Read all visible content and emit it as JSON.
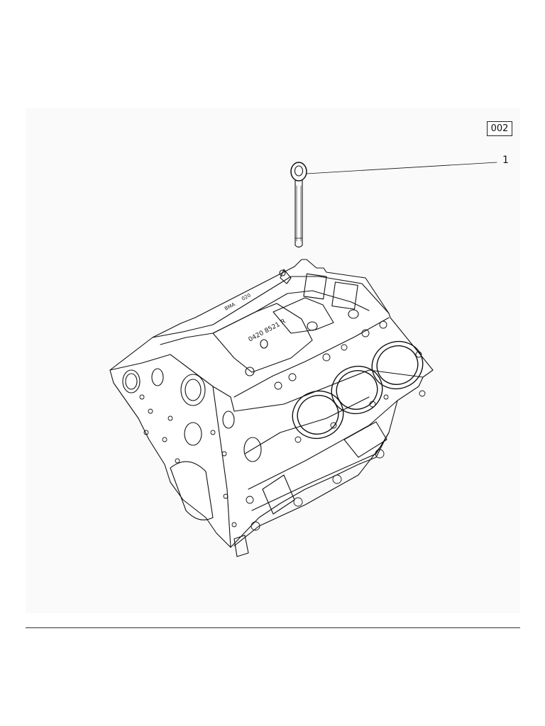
{
  "diagram": {
    "page_code": "002",
    "callouts": [
      {
        "number": "1",
        "part": "eye bolt"
      }
    ],
    "block_casting_marks": [
      "0420 8521 R",
      "BMA",
      "020"
    ]
  },
  "colors": {
    "line": "#111111",
    "sheet_background": "#fafafa",
    "page_background": "#ffffff"
  }
}
